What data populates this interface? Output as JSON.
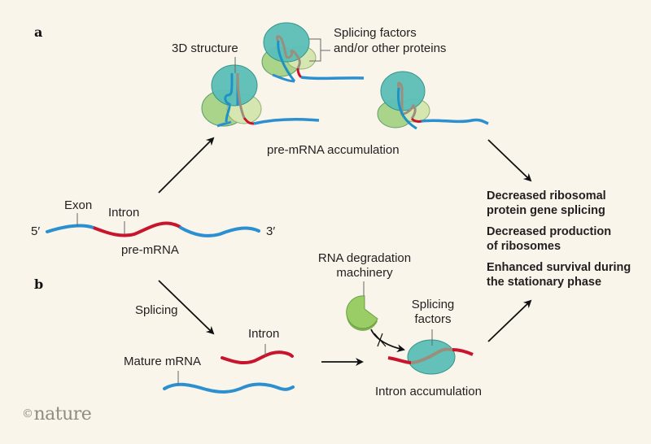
{
  "panels": {
    "a": "a",
    "b": "b"
  },
  "premrna": {
    "five_prime": "5′",
    "three_prime": "3′",
    "exon_label": "Exon",
    "intron_label": "Intron",
    "title": "pre-mRNA"
  },
  "panel_a": {
    "structure_label": "3D structure",
    "factors_label_line1": "Splicing factors",
    "factors_label_line2": "and/or other proteins",
    "caption": "pre-mRNA accumulation"
  },
  "panel_b": {
    "splicing_label": "Splicing",
    "intron_label": "Intron",
    "mature_label": "Mature mRNA",
    "degradation_label_line1": "RNA degradation",
    "degradation_label_line2": "machinery",
    "factors_label_line1": "Splicing",
    "factors_label_line2": "factors",
    "caption": "Intron accumulation"
  },
  "outcomes": [
    "Decreased ribosomal\nprotein gene splicing",
    "Decreased production\nof ribosomes",
    "Enhanced survival during\nthe stationary phase"
  ],
  "colors": {
    "background": "#f9f5ea",
    "exon": "#2b8fd0",
    "intron": "#c8142d",
    "protein_large": "#5bbfb8",
    "protein_dark_green": "#7cc08b",
    "protein_light_green": "#d6e6b0",
    "degradation": "#8bc157",
    "structured_rna": "#9a8f7c"
  },
  "logo": {
    "copyright": "©",
    "brand": "nature"
  }
}
